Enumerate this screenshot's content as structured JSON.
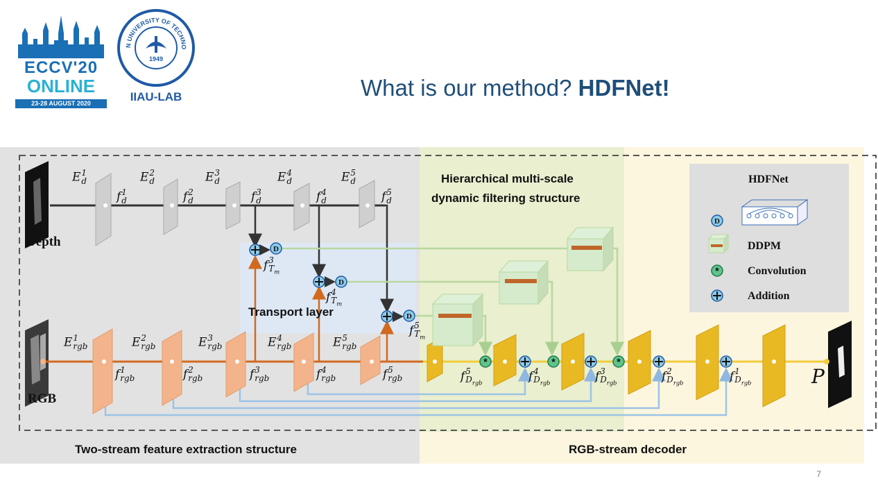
{
  "header": {
    "title_plain": "What is our method? ",
    "title_bold": "HDFNet!",
    "logo_eccv_name": "ECCV'20",
    "logo_eccv_sub": "ONLINE",
    "logo_eccv_date": "23-28 AUGUST 2020",
    "logo_dut_text": "DALIAN UNIVERSITY OF TECHNOLOGY",
    "logo_dut_year": "1949",
    "logo_iiau": "IIAU-LAB"
  },
  "diagram": {
    "inputs": {
      "depth": "Depth",
      "rgb": "RGB",
      "output": "P"
    },
    "sections": {
      "two_stream": "Two-stream feature extraction structure",
      "decoder": "RGB-stream decoder",
      "hierarchical_line1": "Hierarchical multi-scale",
      "hierarchical_line2": "dynamic filtering structure",
      "transport": "Transport layer"
    },
    "depth_encoders": [
      "E_d^1",
      "E_d^2",
      "E_d^3",
      "E_d^4",
      "E_d^5"
    ],
    "depth_features": [
      "f_d^1",
      "f_d^2",
      "f_d^3",
      "f_d^4",
      "f_d^5"
    ],
    "rgb_encoders": [
      "E_rgb^1",
      "E_rgb^2",
      "E_rgb^3",
      "E_rgb^4",
      "E_rgb^5"
    ],
    "rgb_features": [
      "f_rgb^1",
      "f_rgb^2",
      "f_rgb^3",
      "f_rgb^4",
      "f_rgb^5"
    ],
    "transport_features": [
      "f_Tm^3",
      "f_Tm^4",
      "f_Tm^5"
    ],
    "decoder_features": [
      "f_Drgb^5",
      "f_Drgb^4",
      "f_Drgb^3",
      "f_Drgb^2",
      "f_Drgb^1"
    ],
    "legend": {
      "title": "HDFNet",
      "d_symbol": "D",
      "ddpm": "DDPM",
      "convolution": "Convolution",
      "addition": "Addition"
    },
    "colors": {
      "gray_region": "#e2e2e2",
      "green_region": "#e9efcf",
      "yellow_region": "#fdf6df",
      "transport_region": "#dde9f6",
      "rgb_stream": "#d2691e",
      "depth_stream": "#333333",
      "skip_lines": "#9cc3e6",
      "dynamic_lines": "#b8d8a0",
      "rgb_block": "#f3b48b",
      "depth_block": "#cfcfcf",
      "decoder_block": "#e8b923"
    }
  },
  "footer": {
    "page_number": "7"
  }
}
